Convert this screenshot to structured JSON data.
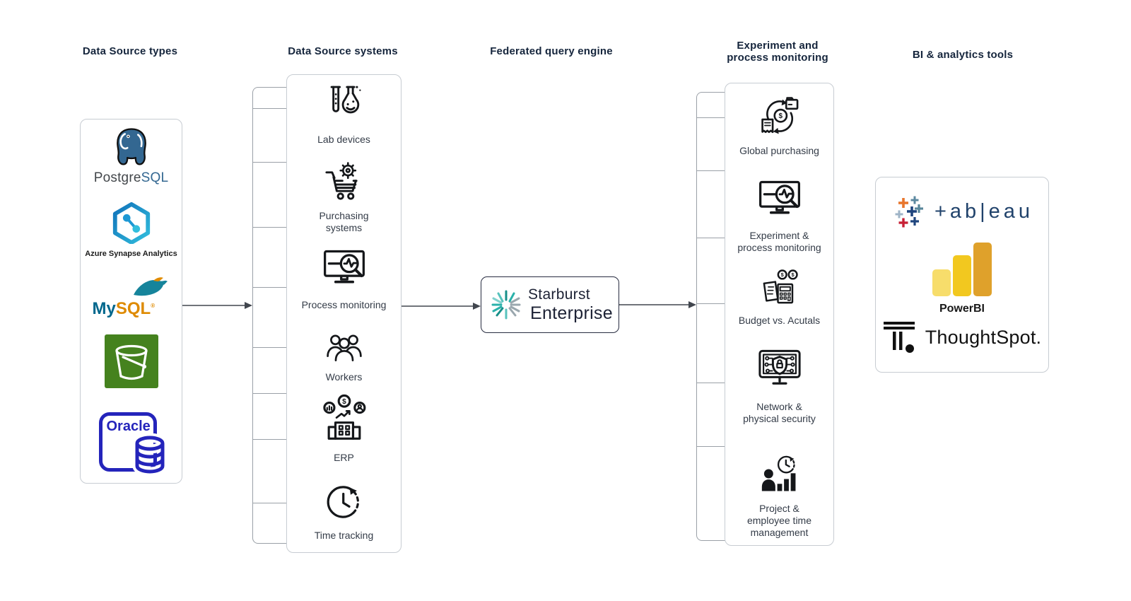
{
  "diagram": {
    "col_types": {
      "header": "Data Source types"
    },
    "col_systems": {
      "header": "Data Source systems",
      "items": [
        {
          "lines": [
            "Lab devices"
          ]
        },
        {
          "lines": [
            "Purchasing",
            "systems"
          ]
        },
        {
          "lines": [
            "Process monitoring"
          ]
        },
        {
          "lines": [
            "Workers"
          ]
        },
        {
          "lines": [
            "ERP"
          ]
        },
        {
          "lines": [
            "Time tracking"
          ]
        }
      ]
    },
    "col_engine": {
      "header": "Federated query engine",
      "product": {
        "line1": "Starburst",
        "line2": "Enterprise"
      }
    },
    "col_monitoring": {
      "header_lines": [
        "Experiment and",
        "process monitoring"
      ],
      "items": [
        {
          "lines": [
            "Global purchasing"
          ]
        },
        {
          "lines": [
            "Experiment &",
            "process monitoring"
          ]
        },
        {
          "lines": [
            "Budget vs. Acutals"
          ]
        },
        {
          "lines": [
            "Network &",
            "physical security"
          ]
        },
        {
          "lines": [
            "Project &",
            "employee time",
            "management"
          ]
        }
      ]
    },
    "col_bi": {
      "header": "BI & analytics tools",
      "tableau_wordmark": "+ab|eau",
      "powerbi_label": "PowerBI",
      "thoughtspot_wordmark": "ThoughtSpot."
    },
    "logos": {
      "postgresql": {
        "part1": "Postgre",
        "part2": "SQL"
      },
      "azure_synapse": {
        "label": "Azure Synapse Analytics"
      },
      "mysql": {
        "part1": "My",
        "part2": "SQL",
        "reg": "®"
      },
      "oracle": {
        "label": "Oracle"
      }
    },
    "colors": {
      "postgres_blue": "#336791",
      "mysql_blue": "#00678c",
      "mysql_orange": "#de8a00",
      "azure_blue": "#1072ba",
      "azure_cyan": "#32bedd",
      "bucket_green": "#45821e",
      "oracle_blue": "#2424bb",
      "starburst_teal": "#27b1aa",
      "tableau_navy": "#20426b",
      "tableau_orange": "#e8762d",
      "powerbi_yellow": "#f2c81f",
      "header_text": "#15253c",
      "caption_text": "#333b47"
    }
  }
}
